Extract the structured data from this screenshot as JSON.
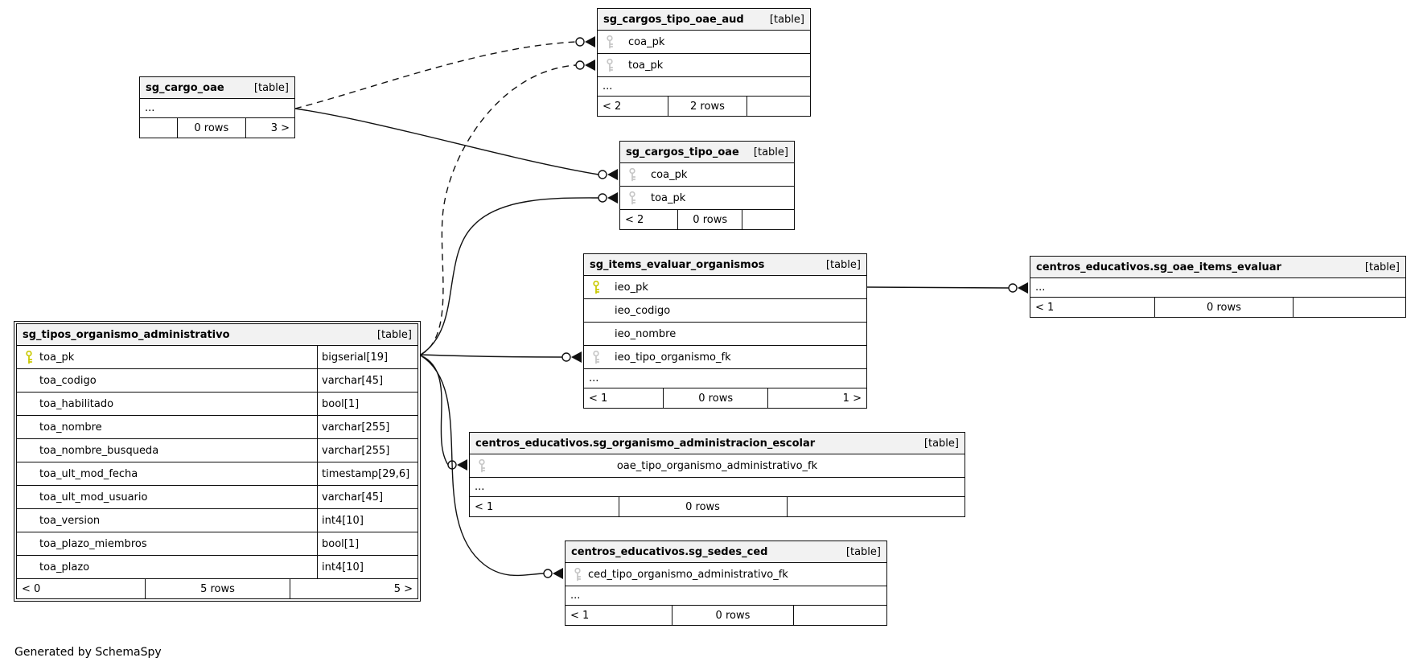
{
  "generated_by": "Generated by SchemaSpy",
  "colors": {
    "header_bg": "#f2f2f2",
    "border": "#000000",
    "pk_key": "#c9c900",
    "fk_key": "#c6c6c6"
  },
  "tables": [
    {
      "title": "sg_cargos_tipo_oae_aud",
      "tag": "[table]",
      "columns": [
        {
          "name": "coa_pk",
          "key": "fk"
        },
        {
          "name": "toa_pk",
          "key": "fk"
        },
        {
          "name": "...",
          "key": ""
        }
      ],
      "footer": {
        "left": "< 2",
        "center": "2 rows",
        "right": ""
      }
    },
    {
      "title": "sg_cargo_oae",
      "tag": "[table]",
      "columns": [
        {
          "name": "...",
          "key": ""
        }
      ],
      "footer": {
        "left": "",
        "center": "0 rows",
        "right": "3 >"
      }
    },
    {
      "title": "sg_cargos_tipo_oae",
      "tag": "[table]",
      "columns": [
        {
          "name": "coa_pk",
          "key": "fk"
        },
        {
          "name": "toa_pk",
          "key": "fk"
        }
      ],
      "footer": {
        "left": "< 2",
        "center": "0 rows",
        "right": ""
      }
    },
    {
      "title": "sg_items_evaluar_organismos",
      "tag": "[table]",
      "columns": [
        {
          "name": "ieo_pk",
          "key": "pk"
        },
        {
          "name": "ieo_codigo",
          "key": ""
        },
        {
          "name": "ieo_nombre",
          "key": ""
        },
        {
          "name": "ieo_tipo_organismo_fk",
          "key": "fk"
        },
        {
          "name": "...",
          "key": ""
        }
      ],
      "footer": {
        "left": "< 1",
        "center": "0 rows",
        "right": "1 >"
      }
    },
    {
      "title": "centros_educativos.sg_oae_items_evaluar",
      "tag": "[table]",
      "columns": [
        {
          "name": "...",
          "key": ""
        }
      ],
      "footer": {
        "left": "< 1",
        "center": "0 rows",
        "right": ""
      }
    },
    {
      "title": "sg_tipos_organismo_administrativo",
      "tag": "[table]",
      "columns": [
        {
          "name": "toa_pk",
          "type": "bigserial[19]",
          "key": "pk"
        },
        {
          "name": "toa_codigo",
          "type": "varchar[45]",
          "key": ""
        },
        {
          "name": "toa_habilitado",
          "type": "bool[1]",
          "key": ""
        },
        {
          "name": "toa_nombre",
          "type": "varchar[255]",
          "key": ""
        },
        {
          "name": "toa_nombre_busqueda",
          "type": "varchar[255]",
          "key": ""
        },
        {
          "name": "toa_ult_mod_fecha",
          "type": "timestamp[29,6]",
          "key": ""
        },
        {
          "name": "toa_ult_mod_usuario",
          "type": "varchar[45]",
          "key": ""
        },
        {
          "name": "toa_version",
          "type": "int4[10]",
          "key": ""
        },
        {
          "name": "toa_plazo_miembros",
          "type": "bool[1]",
          "key": ""
        },
        {
          "name": "toa_plazo",
          "type": "int4[10]",
          "key": ""
        }
      ],
      "footer": {
        "left": "< 0",
        "center": "5 rows",
        "right": "5 >"
      }
    },
    {
      "title": "centros_educativos.sg_organismo_administracion_escolar",
      "tag": "[table]",
      "columns": [
        {
          "name": "oae_tipo_organismo_administrativo_fk",
          "key": "fk"
        },
        {
          "name": "...",
          "key": ""
        }
      ],
      "footer": {
        "left": "< 1",
        "center": "0 rows",
        "right": ""
      }
    },
    {
      "title": "centros_educativos.sg_sedes_ced",
      "tag": "[table]",
      "columns": [
        {
          "name": "ced_tipo_organismo_administrativo_fk",
          "key": "fk"
        },
        {
          "name": "...",
          "key": ""
        }
      ],
      "footer": {
        "left": "< 1",
        "center": "0 rows",
        "right": ""
      }
    }
  ],
  "relationships": [
    {
      "from": "sg_cargo_oae",
      "to": "sg_cargos_tipo_oae_aud.coa_pk",
      "style": "dashed"
    },
    {
      "from": "sg_tipos_organismo_administrativo.toa_pk",
      "to": "sg_cargos_tipo_oae_aud.toa_pk",
      "style": "dashed"
    },
    {
      "from": "sg_cargo_oae",
      "to": "sg_cargos_tipo_oae.coa_pk",
      "style": "solid"
    },
    {
      "from": "sg_tipos_organismo_administrativo.toa_pk",
      "to": "sg_cargos_tipo_oae.toa_pk",
      "style": "solid"
    },
    {
      "from": "sg_tipos_organismo_administrativo.toa_pk",
      "to": "sg_items_evaluar_organismos.ieo_tipo_organismo_fk",
      "style": "solid"
    },
    {
      "from": "sg_items_evaluar_organismos.ieo_pk",
      "to": "centros_educativos.sg_oae_items_evaluar",
      "style": "solid"
    },
    {
      "from": "sg_tipos_organismo_administrativo.toa_pk",
      "to": "centros_educativos.sg_organismo_administracion_escolar.oae_tipo_organismo_administrativo_fk",
      "style": "solid"
    },
    {
      "from": "sg_tipos_organismo_administrativo.toa_pk",
      "to": "centros_educativos.sg_sedes_ced.ced_tipo_organismo_administrativo_fk",
      "style": "solid"
    }
  ]
}
